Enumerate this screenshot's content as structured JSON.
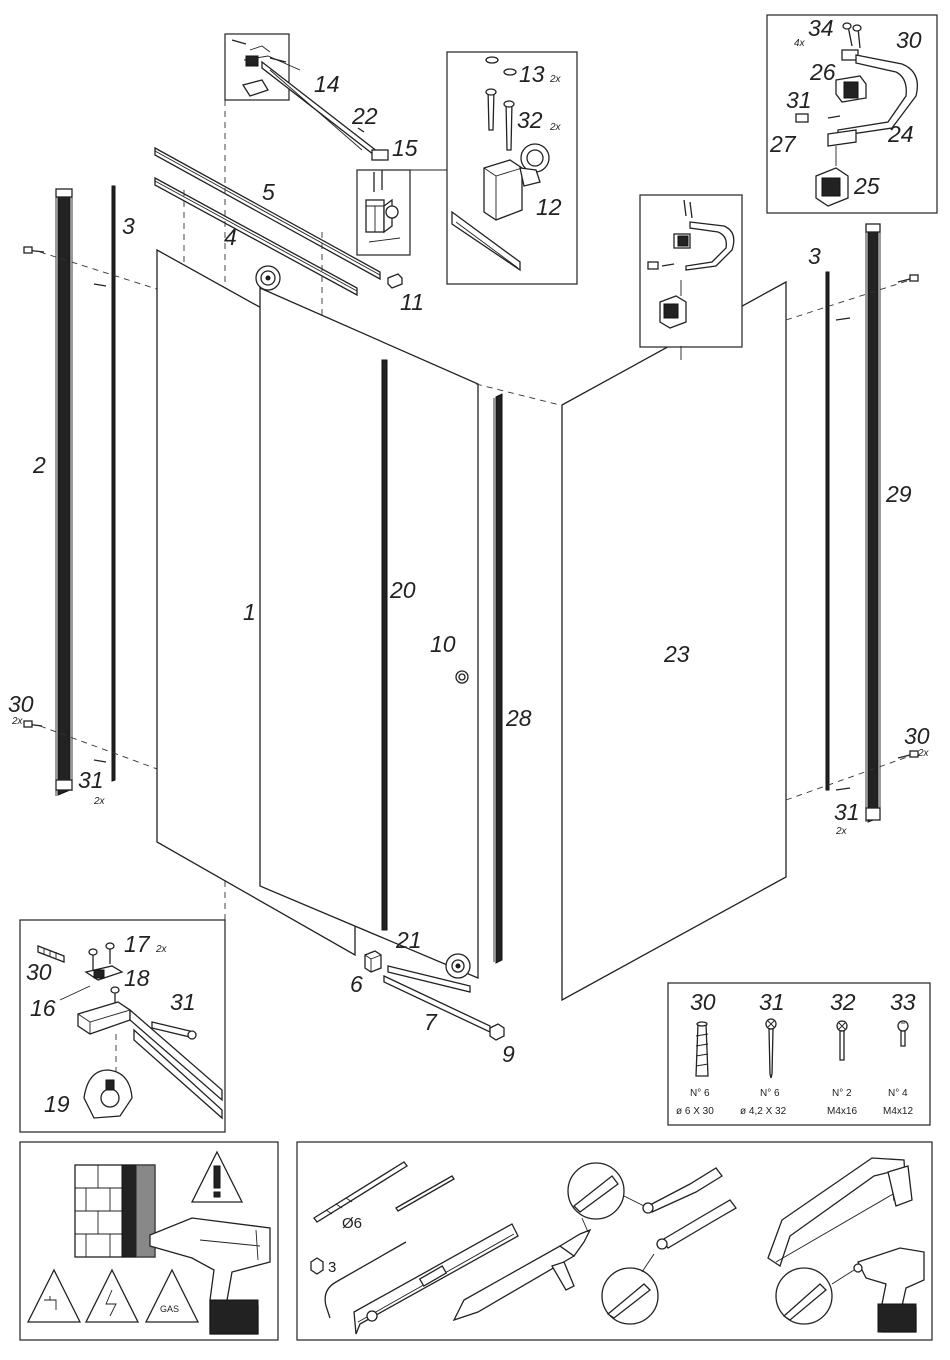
{
  "part_labels": {
    "p1": "1",
    "p2": "2",
    "p3l": "3",
    "p3r": "3",
    "p4": "4",
    "p5": "5",
    "p6": "6",
    "p7": "7",
    "p9": "9",
    "p10": "10",
    "p11": "11",
    "p12": "12",
    "p13": "13",
    "p14": "14",
    "p15": "15",
    "p16": "16",
    "p17": "17",
    "p18": "18",
    "p19": "19",
    "p20": "20",
    "p21": "21",
    "p22": "22",
    "p23": "23",
    "p24": "24",
    "p25": "25",
    "p26": "26",
    "p27": "27",
    "p28": "28",
    "p29": "29",
    "p30l": "30",
    "p30r": "30",
    "p30ins": "30",
    "p30tr": "30",
    "p31l": "31",
    "p31r": "31",
    "p31ins": "31",
    "p31tr": "31",
    "p32": "32",
    "p34": "34"
  },
  "quantity_marks": {
    "q13": "2x",
    "q32": "2x",
    "q17": "2x",
    "q30l": "2x",
    "q31l": "2x",
    "q30r": "2x",
    "q31r": "2x",
    "q34": "4x"
  },
  "hardware_list": [
    {
      "part": "30",
      "qty": "N° 6",
      "size": "ø 6 X 30"
    },
    {
      "part": "31",
      "qty": "N° 6",
      "size": "ø 4,2 X 32"
    },
    {
      "part": "32",
      "qty": "N° 2",
      "size": "M4x16"
    },
    {
      "part": "33",
      "qty": "N° 4",
      "size": "M4x12"
    }
  ],
  "tools": {
    "drill_bit": "Ø6",
    "hex_key": "3",
    "gas_warning": "GAS"
  },
  "icons": [
    "warning-exclamation-icon",
    "water-pipe-warning-icon",
    "electric-warning-icon",
    "gas-warning-icon",
    "drill-icon",
    "hacksaw-icon",
    "screwdriver-icon",
    "spirit-level-icon",
    "silicone-gun-icon",
    "hex-key-icon"
  ]
}
